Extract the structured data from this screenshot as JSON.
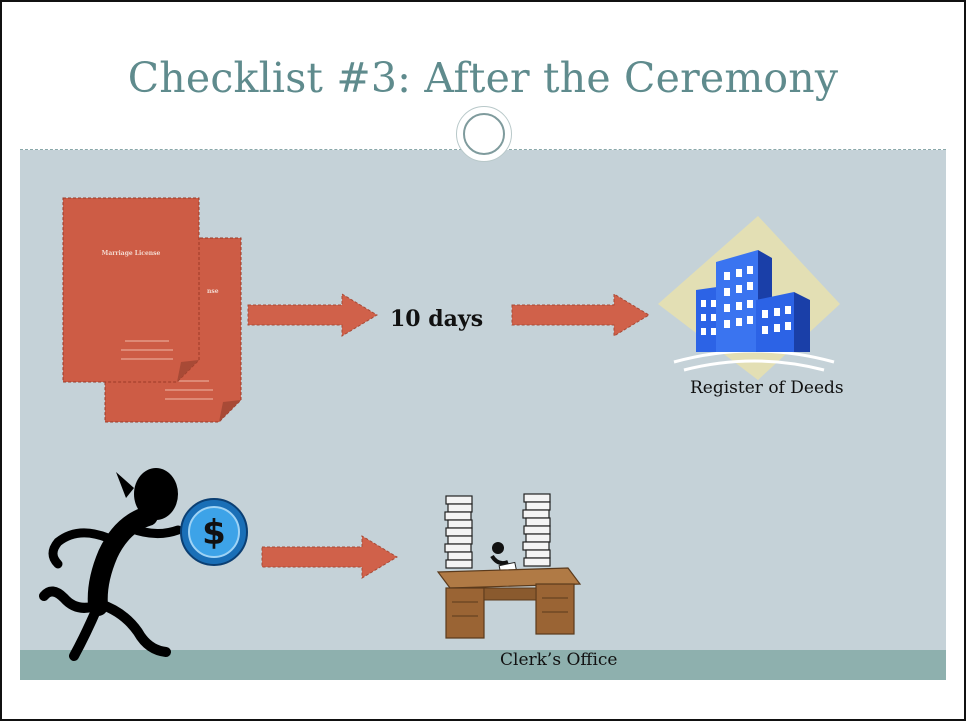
{
  "slide": {
    "title": "Checklist #3: After the Ceremony"
  },
  "documents": {
    "front_title": "Marriage License",
    "back_title": "nse"
  },
  "flow": {
    "days_label": "10 days",
    "register_label": "Register of  Deeds",
    "clerk_label": "Clerk’s Office",
    "payment_symbol": "$"
  },
  "colors": {
    "title_text": "#5f8b8d",
    "content_bg": "#c5d2d8",
    "footer_band": "#8eb0ae",
    "arrow_fill": "#d0614a",
    "document_fill": "#cd5c45",
    "building_blue": "#2c63e6"
  },
  "icons": {
    "documents": "marriage-license-documents-icon",
    "arrow": "right-arrow-icon",
    "building": "office-building-icon",
    "runner": "running-person-icon",
    "coin": "dollar-coin-icon",
    "desk": "clerk-desk-icon"
  }
}
